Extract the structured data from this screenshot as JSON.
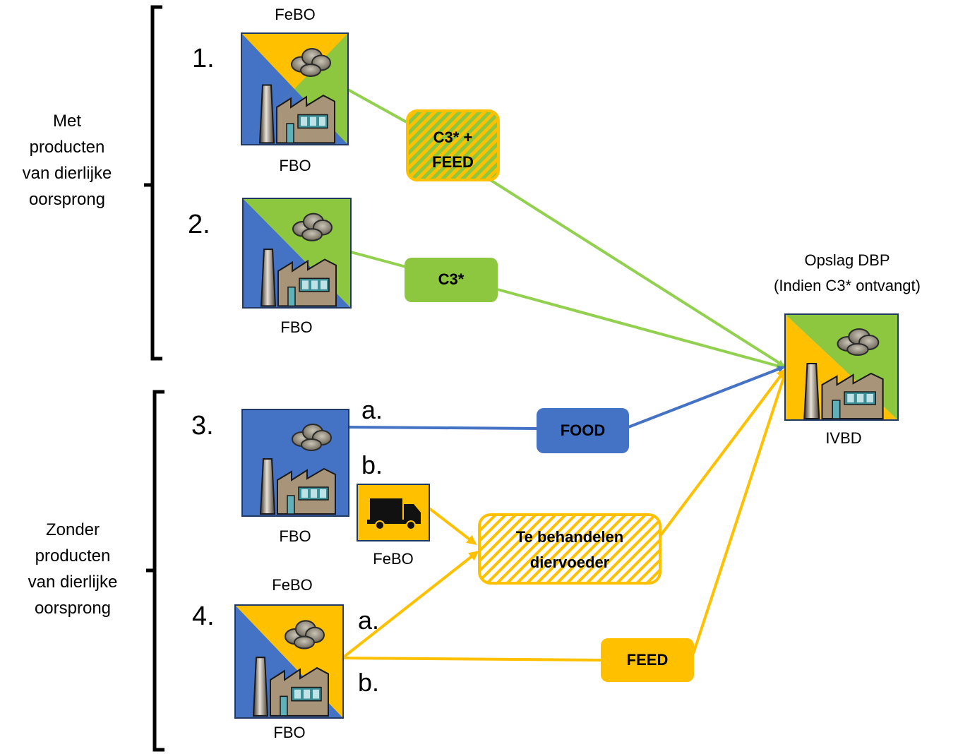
{
  "groups": [
    {
      "label_lines": [
        "Met",
        "producten",
        "van dierlijke",
        "oorsprong"
      ]
    },
    {
      "label_lines": [
        "Zonder",
        "producten",
        "van dierlijke",
        "oorsprong"
      ]
    }
  ],
  "numbers": [
    "1.",
    "2.",
    "3.",
    "4."
  ],
  "letters": {
    "s3a": "a.",
    "s3b": "b.",
    "s4a": "a.",
    "s4b": "b."
  },
  "facilities": {
    "f1": {
      "top_label": "FeBO",
      "bottom_label": "FBO"
    },
    "f2": {
      "bottom_label": "FBO"
    },
    "f3": {
      "bottom_label": "FBO"
    },
    "truck": {
      "label": "FeBO"
    },
    "f4": {
      "top_label": "FeBO",
      "bottom_label": "FBO"
    },
    "ivbd": {
      "title_line1": "Opslag DBP",
      "title_line2": "(Indien C3* ontvangt)",
      "label": "IVBD"
    }
  },
  "flow_boxes": {
    "c3_feed": {
      "line1": "C3* +",
      "line2": "FEED"
    },
    "c3": {
      "label": "C3*"
    },
    "food": {
      "label": "FOOD"
    },
    "te_behandelen": {
      "line1": "Te behandelen",
      "line2": "diervoeder"
    },
    "feed": {
      "label": "FEED"
    }
  },
  "colors": {
    "blue": "#4472c4",
    "green": "#8dc63f",
    "yellow": "#ffc000",
    "line_green": "#92d050",
    "line_blue": "#4472c4",
    "line_yellow": "#ffc000"
  }
}
